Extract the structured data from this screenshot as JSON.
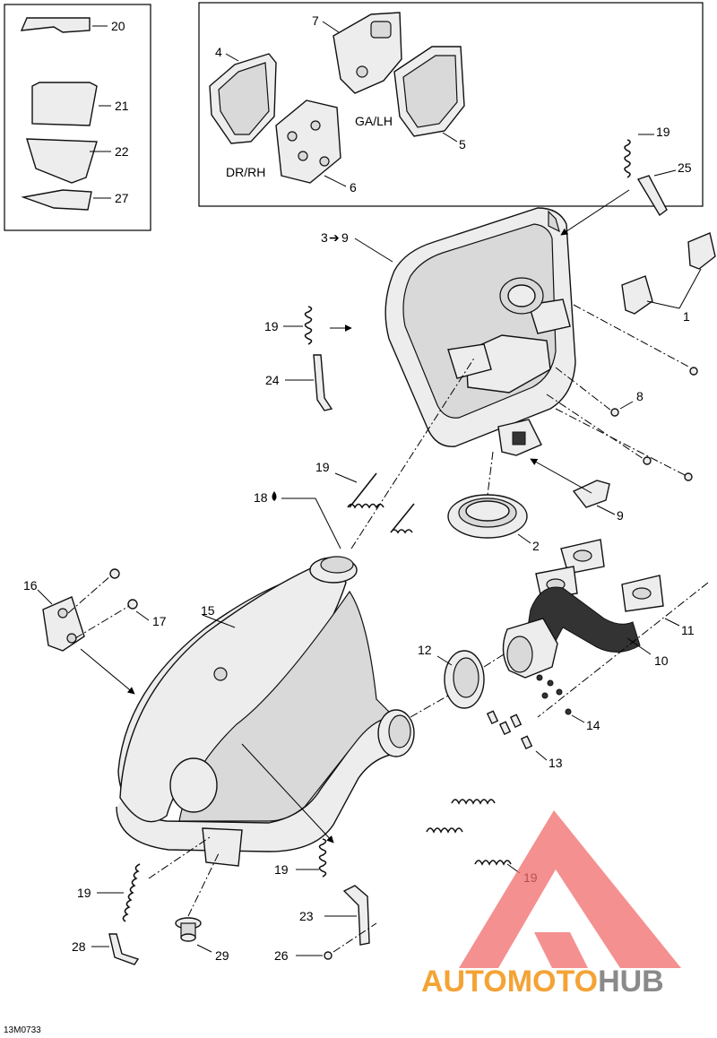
{
  "drawing_id": "13M0733",
  "side_labels": {
    "dr_rh": "DR/RH",
    "ga_lh": "GA/LH"
  },
  "callouts": {
    "c1": "1",
    "c2": "2",
    "c3": "3",
    "c3_arrow": "➔",
    "c3_target": "9",
    "c4": "4",
    "c5": "5",
    "c6": "6",
    "c7": "7",
    "c8": "8",
    "c9": "9",
    "c10": "10",
    "c11": "11",
    "c12": "12",
    "c13": "13",
    "c14": "14",
    "c15": "15",
    "c16": "16",
    "c17": "17",
    "c18": "18",
    "c18_icon": "drop-icon",
    "c19a": "19",
    "c19b": "19",
    "c19c": "19",
    "c19d": "19",
    "c19e": "19",
    "c19f": "19",
    "c20": "20",
    "c21": "21",
    "c22": "22",
    "c23": "23",
    "c24": "24",
    "c25": "25",
    "c26": "26",
    "c27": "27",
    "c28": "28",
    "c29": "29"
  },
  "watermark": {
    "part1": "AUTOMOTO",
    "part2": "HUB",
    "color1": "#f4a335",
    "color2": "#8a8a8a",
    "logo_color": "#f26b6b"
  }
}
